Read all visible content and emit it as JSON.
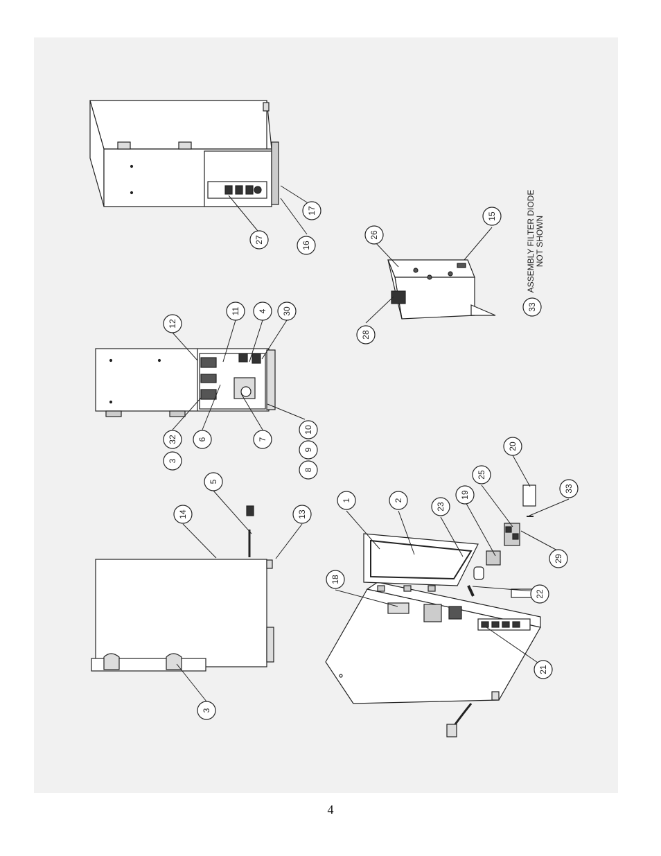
{
  "page_number": "4",
  "note": {
    "callout": "33",
    "line1": "ASSEMBLY FILTER DIODE",
    "line2": "NOT SHOWN"
  },
  "callouts": {
    "c1": "1",
    "c2": "2",
    "c3a": "3",
    "c3b": "3",
    "c4": "4",
    "c5": "5",
    "c6": "6",
    "c7": "7",
    "c8": "8",
    "c9": "9",
    "c10": "10",
    "c11": "11",
    "c12": "12",
    "c13": "13",
    "c14": "14",
    "c15": "15",
    "c16": "16",
    "c17": "17",
    "c18": "18",
    "c19": "19",
    "c20": "20",
    "c21": "21",
    "c22": "22",
    "c23": "23",
    "c25": "25",
    "c26": "26",
    "c27": "27",
    "c28": "28",
    "c29": "29",
    "c30": "30",
    "c32": "32",
    "c33": "33"
  }
}
